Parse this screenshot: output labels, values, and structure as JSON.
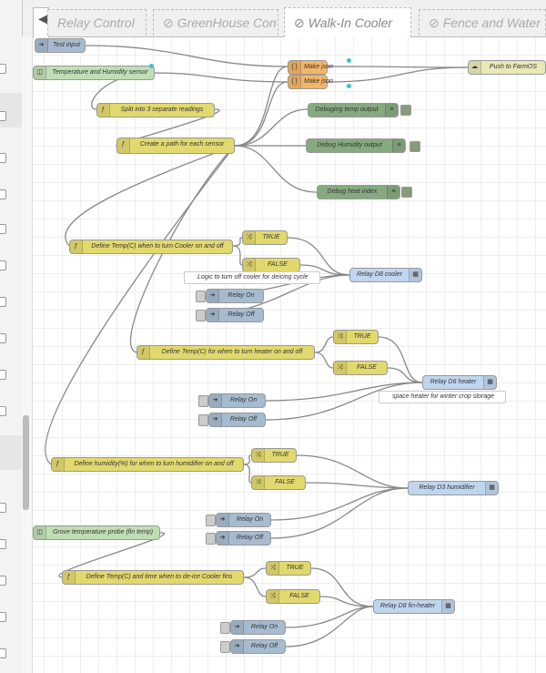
{
  "tabs": [
    {
      "label": "Relay Control",
      "icon": ""
    },
    {
      "label": "GreenHouse Con",
      "icon": "⊘"
    },
    {
      "label": "Walk-In Cooler",
      "icon": "⊘"
    },
    {
      "label": "Fence and Water",
      "icon": "⊘"
    }
  ],
  "active_tab": "Walk-In Cooler",
  "nodes": {
    "test_input": "Test input",
    "temp_humidity_sensor": "Temperature and Humidity sensor",
    "make_json_1": "Make json",
    "make_json_2": "Make json",
    "push_farmos": "Push to FarmOS",
    "split": "Split into 3 separate readings",
    "debug_temp": "Debuging temp output",
    "create_path": "Create a path for each sensor",
    "debug_humidity": "Debug Humidity output",
    "debug_heatindex": "Debug heat index",
    "define_cooler": "Define Temp(C) when to turn Cooler on and off",
    "true_1": "TRUE",
    "false_1": "FALSE",
    "relay_d8_cooler": "Relay D8 cooler",
    "comment_cooler": "Logic to turn off cooler for deicing cycle",
    "relay_on_1": "Relay On",
    "relay_off_1": "Relay Off",
    "define_heater": "Define Temp(C) for when to turn heater on and off",
    "true_2": "TRUE",
    "false_2": "FALSE",
    "relay_d6_heater": "Relay D6 heater",
    "comment_heater": "space heater for winter crop storage",
    "relay_on_2": "Relay On",
    "relay_off_2": "Relay Off",
    "define_humidifier": "Define humidity(%) for when to turn humidifier on and off",
    "true_3": "TRUE",
    "false_3": "FALSE",
    "relay_d3_humidifier": "Relay D3 humidifier",
    "relay_on_3": "Relay On",
    "relay_off_3": "Relay Off",
    "grove_probe": "Grove temperature probe (fin temp)",
    "define_deice": "Define Temp(C) and time when to de-ice Cooler fins",
    "true_4": "TRUE",
    "false_4": "FALSE",
    "relay_d8_fin": "Relay D8 fin-heater",
    "relay_on_4": "Relay On",
    "relay_off_4": "Relay Off"
  },
  "colors": {
    "inject": "#a6bbcf",
    "function": "#e2d96e",
    "json": "#f3b567",
    "debug": "#87a980",
    "gpio": "#c0d5ee",
    "sensor": "#c0deb6",
    "farmos": "#e9e8b7",
    "wire": "#888888",
    "changed_dot": "#3fbed3"
  },
  "icons": {
    "tab_scroll_left": "caret-left-icon",
    "disabled_tab": "disabled-icon",
    "inject": "arrow-right-icon",
    "function": "function-icon",
    "switch": "switch-icon",
    "json": "braces-icon",
    "debug": "list-icon",
    "gpio": "chip-icon",
    "sensor": "sensor-icon",
    "farmos": "cloud-icon"
  }
}
